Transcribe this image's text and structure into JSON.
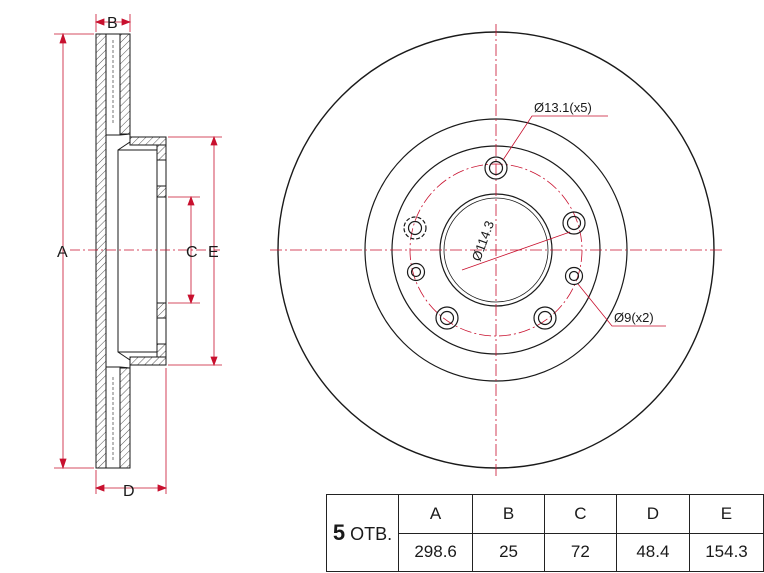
{
  "dimensions": {
    "a_label": "A",
    "b_label": "B",
    "c_label": "C",
    "d_label": "D",
    "e_label": "E"
  },
  "annotations": {
    "bolt_holes": "Ø13.1(x5)",
    "pilot_holes": "Ø9(x2)",
    "pcd": "Ø114.3"
  },
  "spec_table": {
    "holes_number": "5",
    "holes_unit": " ОТВ.",
    "headers": [
      "A",
      "B",
      "C",
      "D",
      "E"
    ],
    "values": [
      "298.6",
      "25",
      "72",
      "48.4",
      "154.3"
    ]
  },
  "colors": {
    "line": "#1a1a1a",
    "dimension": "#c8102e",
    "hatch": "#555555"
  }
}
